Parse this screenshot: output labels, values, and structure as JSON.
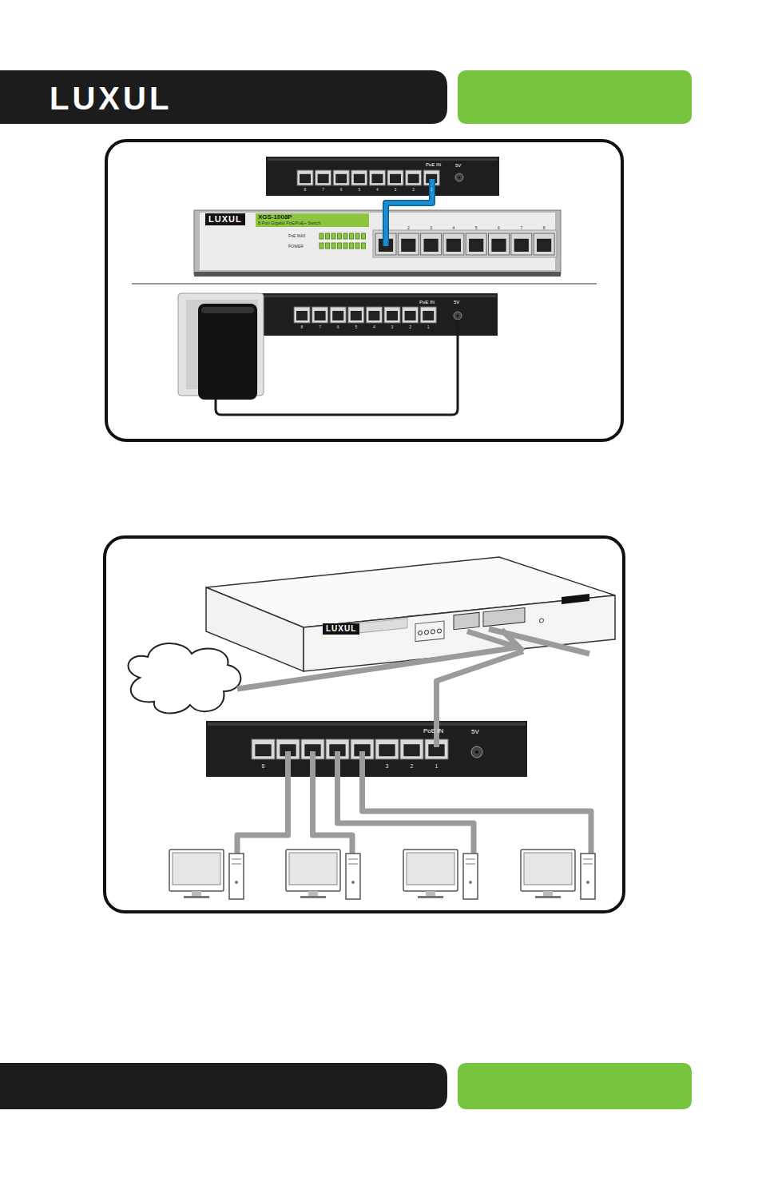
{
  "diagram": {
    "nodes": [
      {
        "text": [
          "PoE IN",
          "5V"
        ]
      },
      {
        "text": [
          "LUXUL",
          "XGS-1008P",
          "8 Port Gigabit PoE/PoE+ Switch",
          "PoE MAX",
          "POWER"
        ]
      },
      {
        "text": [
          "PoE IN",
          "5V"
        ]
      },
      {
        "text": [
          "LUXUL"
        ]
      },
      {
        "text": [
          "PoE IN",
          "5V"
        ]
      }
    ],
    "edges": [
      {
        "from": 0,
        "to": 1,
        "arrow": "none"
      },
      {
        "from": 3,
        "to": 4,
        "arrow": "none"
      }
    ],
    "labels": [
      "LUXUL",
      "8",
      "7",
      "6",
      "5",
      "4",
      "3",
      "2",
      "1",
      "2",
      "3",
      "4",
      "5",
      "6",
      "7",
      "8",
      "8",
      "7",
      "6",
      "5",
      "4",
      "3",
      "2",
      "1",
      "8",
      "3",
      "2",
      "1"
    ]
  }
}
